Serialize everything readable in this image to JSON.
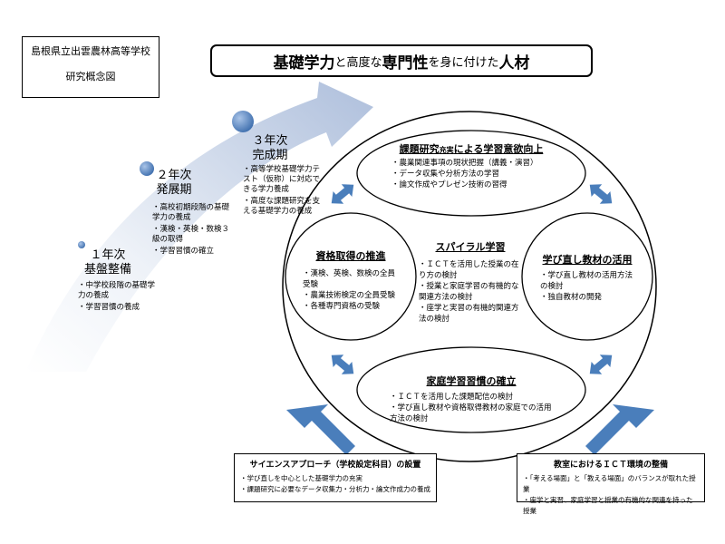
{
  "school": {
    "name": "島根県立出雲農林高等学校",
    "subtitle": "研究概念図"
  },
  "title": {
    "part1": "基礎学力",
    "part2": "と高度な",
    "part3": "専門性",
    "part4": "を身に付けた",
    "part5": "人材"
  },
  "phases": [
    {
      "year": "１年次",
      "name": "基盤整備",
      "items": [
        "・中学校段階の基礎学力の養成",
        "・学習習慣の養成"
      ]
    },
    {
      "year": "２年次",
      "name": "発展期",
      "items": [
        "・高校初期段階の基礎学力の養成",
        "・漢検・英検・数検３級の取得",
        "・学習習慣の確立"
      ]
    },
    {
      "year": "３年次",
      "name": "完成期",
      "items": [
        "・高等学校基礎学力テスト（仮称）に対応できる学力養成",
        "・高度な課題研究を支える基礎学力の養成"
      ]
    }
  ],
  "inner": {
    "top": {
      "title_a": "課題研究",
      "title_b": "充実",
      "title_c": "による学習意欲向上",
      "items": [
        "・農業関連事項の現状把握（講義・演習）",
        "・データ収集や分析方法の学習",
        "・論文作成やプレゼン技術の習得"
      ]
    },
    "left": {
      "title": "資格取得の推進",
      "items": [
        "・漢検、英検、数検の全員受験",
        "・農業技術検定の全員受験",
        "・各種専門資格の受験"
      ]
    },
    "center": {
      "title": "スパイラル学習",
      "items": [
        "・ＩＣＴを活用した授業の在り方の検討",
        "・授業と家庭学習の有機的な関連方法の検討",
        "・座学と実習の有機的関連方法の検討"
      ]
    },
    "right": {
      "title": "学び直し教材の活用",
      "items": [
        "・学び直し教材の活用方法の検討",
        "・独自教材の開発"
      ]
    },
    "bottom": {
      "title": "家庭学習習慣の確立",
      "items": [
        "・ＩＣＴを活用した課題配信の検討",
        "・学び直し教材や資格取得教材の家庭での活用方法の検討"
      ]
    }
  },
  "boxes": {
    "science": {
      "title": "サイエンスアプローチ（学校設定科目）の設置",
      "items": [
        "・学び直しを中心とした基礎学力の充実",
        "・課題研究に必要なデータ収集力・分析力・論文作成力の養成"
      ]
    },
    "ict": {
      "title": "教室におけるＩＣＴ環境の整備",
      "items": [
        "・「考える場面」と「教える場面」のバランスが取れた授業",
        "・座学と実習、家庭学習と授業の有機的な関連を持った授業"
      ]
    }
  },
  "colors": {
    "arrow_blue": "#4a7ebb",
    "sweep_light": "#e8eef7",
    "sweep_mid": "#b9c9e2"
  }
}
